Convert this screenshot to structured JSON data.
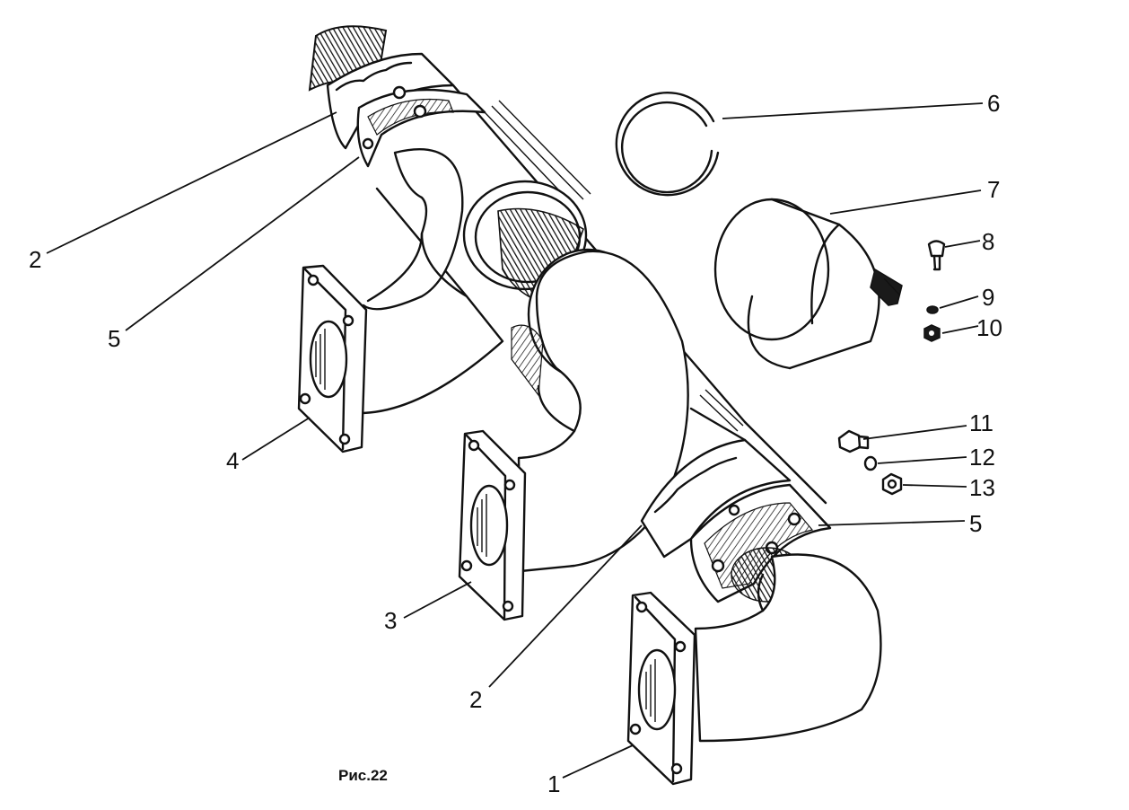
{
  "figure": {
    "caption": "Рис.22",
    "callouts": [
      {
        "id": "c1",
        "label": "1"
      },
      {
        "id": "c2a",
        "label": "2"
      },
      {
        "id": "c2b",
        "label": "2"
      },
      {
        "id": "c3",
        "label": "3"
      },
      {
        "id": "c4",
        "label": "4"
      },
      {
        "id": "c5a",
        "label": "5"
      },
      {
        "id": "c5b",
        "label": "5"
      },
      {
        "id": "c6",
        "label": "6"
      },
      {
        "id": "c7",
        "label": "7"
      },
      {
        "id": "c8",
        "label": "8"
      },
      {
        "id": "c9",
        "label": "9"
      },
      {
        "id": "c10",
        "label": "10"
      },
      {
        "id": "c11",
        "label": "11"
      },
      {
        "id": "c12",
        "label": "12"
      },
      {
        "id": "c13",
        "label": "13"
      }
    ]
  }
}
